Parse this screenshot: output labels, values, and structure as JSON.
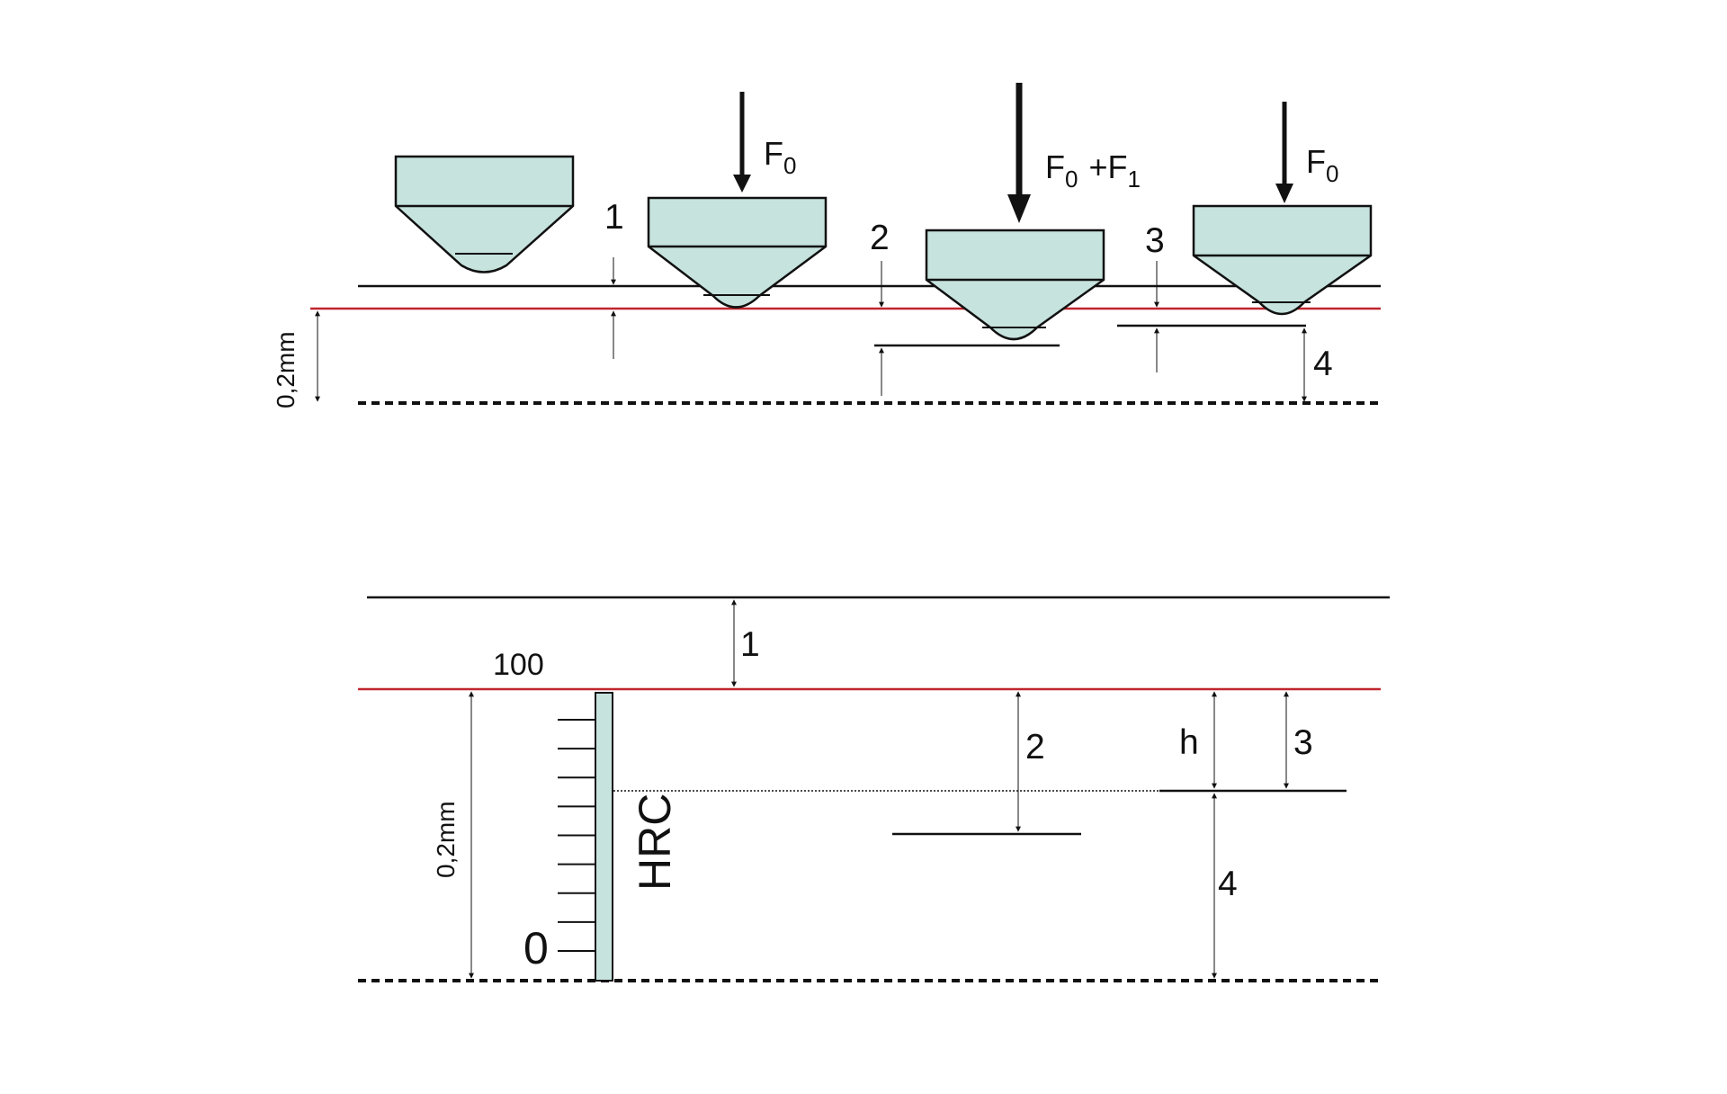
{
  "colors": {
    "indenter_fill": "#c6e3de",
    "reference_line": "#c0262d",
    "outline": "#111111"
  },
  "top": {
    "force_label_1": {
      "main": "F",
      "sub": "0"
    },
    "force_label_2": {
      "main": "F",
      "sub": "0",
      "plus": "+F",
      "plus_sub": "1"
    },
    "force_label_3": {
      "main": "F",
      "sub": "0"
    },
    "labels": {
      "one": "1",
      "two": "2",
      "three": "3",
      "four": "4"
    },
    "depth_label": "0,2mm"
  },
  "bottom": {
    "labels": {
      "one": "1",
      "two": "2",
      "three": "3",
      "four": "4",
      "h": "h"
    },
    "scale_top": "100",
    "scale_bottom": "0",
    "scale_name": "HRC",
    "depth_label": "0,2mm",
    "tick_count": 9
  }
}
